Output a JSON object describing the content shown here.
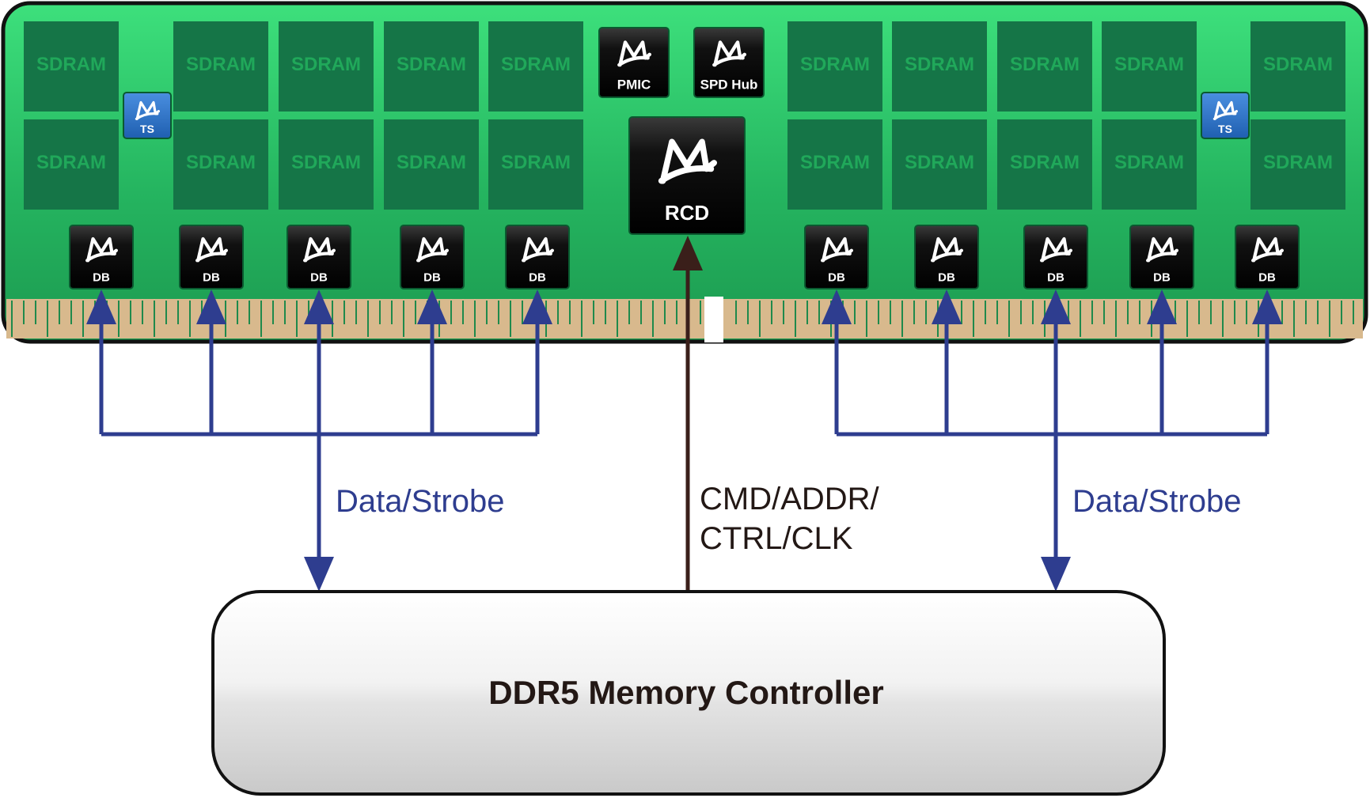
{
  "module": {
    "sdram_label": "SDRAM",
    "pmic_label": "PMIC",
    "spd_label": "SPD Hub",
    "rcd_label": "RCD",
    "ts_label": "TS",
    "db_label": "DB"
  },
  "signals": {
    "data_left": "Data/Strobe",
    "data_right": "Data/Strobe",
    "cmd_line1": "CMD/ADDR/",
    "cmd_line2": "CTRL/CLK"
  },
  "controller": {
    "label": "DDR5 Memory Controller"
  },
  "colors": {
    "pcb": "#2cc066",
    "pcb_dark": "#1f8a4c",
    "sdram": "#157547",
    "sdram_text": "#20a85a",
    "chip": "#111111",
    "ts_chip": "#2a6fc0",
    "gold_fingers": "#d8b98d",
    "data_arrow": "#2e3d8f",
    "cmd_arrow": "#3a1f1a",
    "controller_fill": "#e6e6e6"
  }
}
